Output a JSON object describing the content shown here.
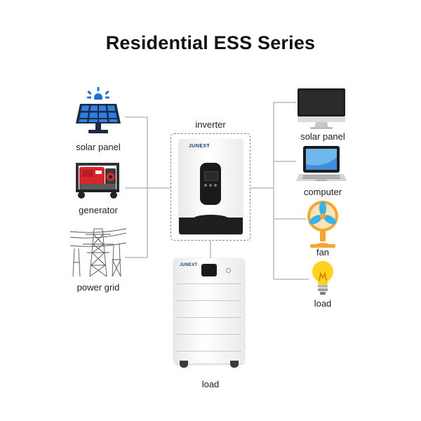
{
  "title": "Residential ESS Series",
  "center": {
    "inverter_label": "inverter",
    "battery_label": "load",
    "brand": "JUNEXT"
  },
  "inputs": [
    {
      "label": "solar panel",
      "icon": "solar-panel-icon"
    },
    {
      "label": "generator",
      "icon": "generator-icon"
    },
    {
      "label": "power grid",
      "icon": "power-tower-icon"
    }
  ],
  "outputs": [
    {
      "label": "solar panel",
      "icon": "monitor-icon"
    },
    {
      "label": "computer",
      "icon": "laptop-icon"
    },
    {
      "label": "fan",
      "icon": "fan-icon"
    },
    {
      "label": "load",
      "icon": "light-bulb-icon"
    }
  ],
  "colors": {
    "solar_blue": "#1f6fd6",
    "generator_red": "#d9262b",
    "fan_orange": "#f4a634",
    "fan_blue": "#3bb2e6",
    "bulb_yellow": "#ffd21f",
    "line_gray": "#9a9a9a"
  }
}
